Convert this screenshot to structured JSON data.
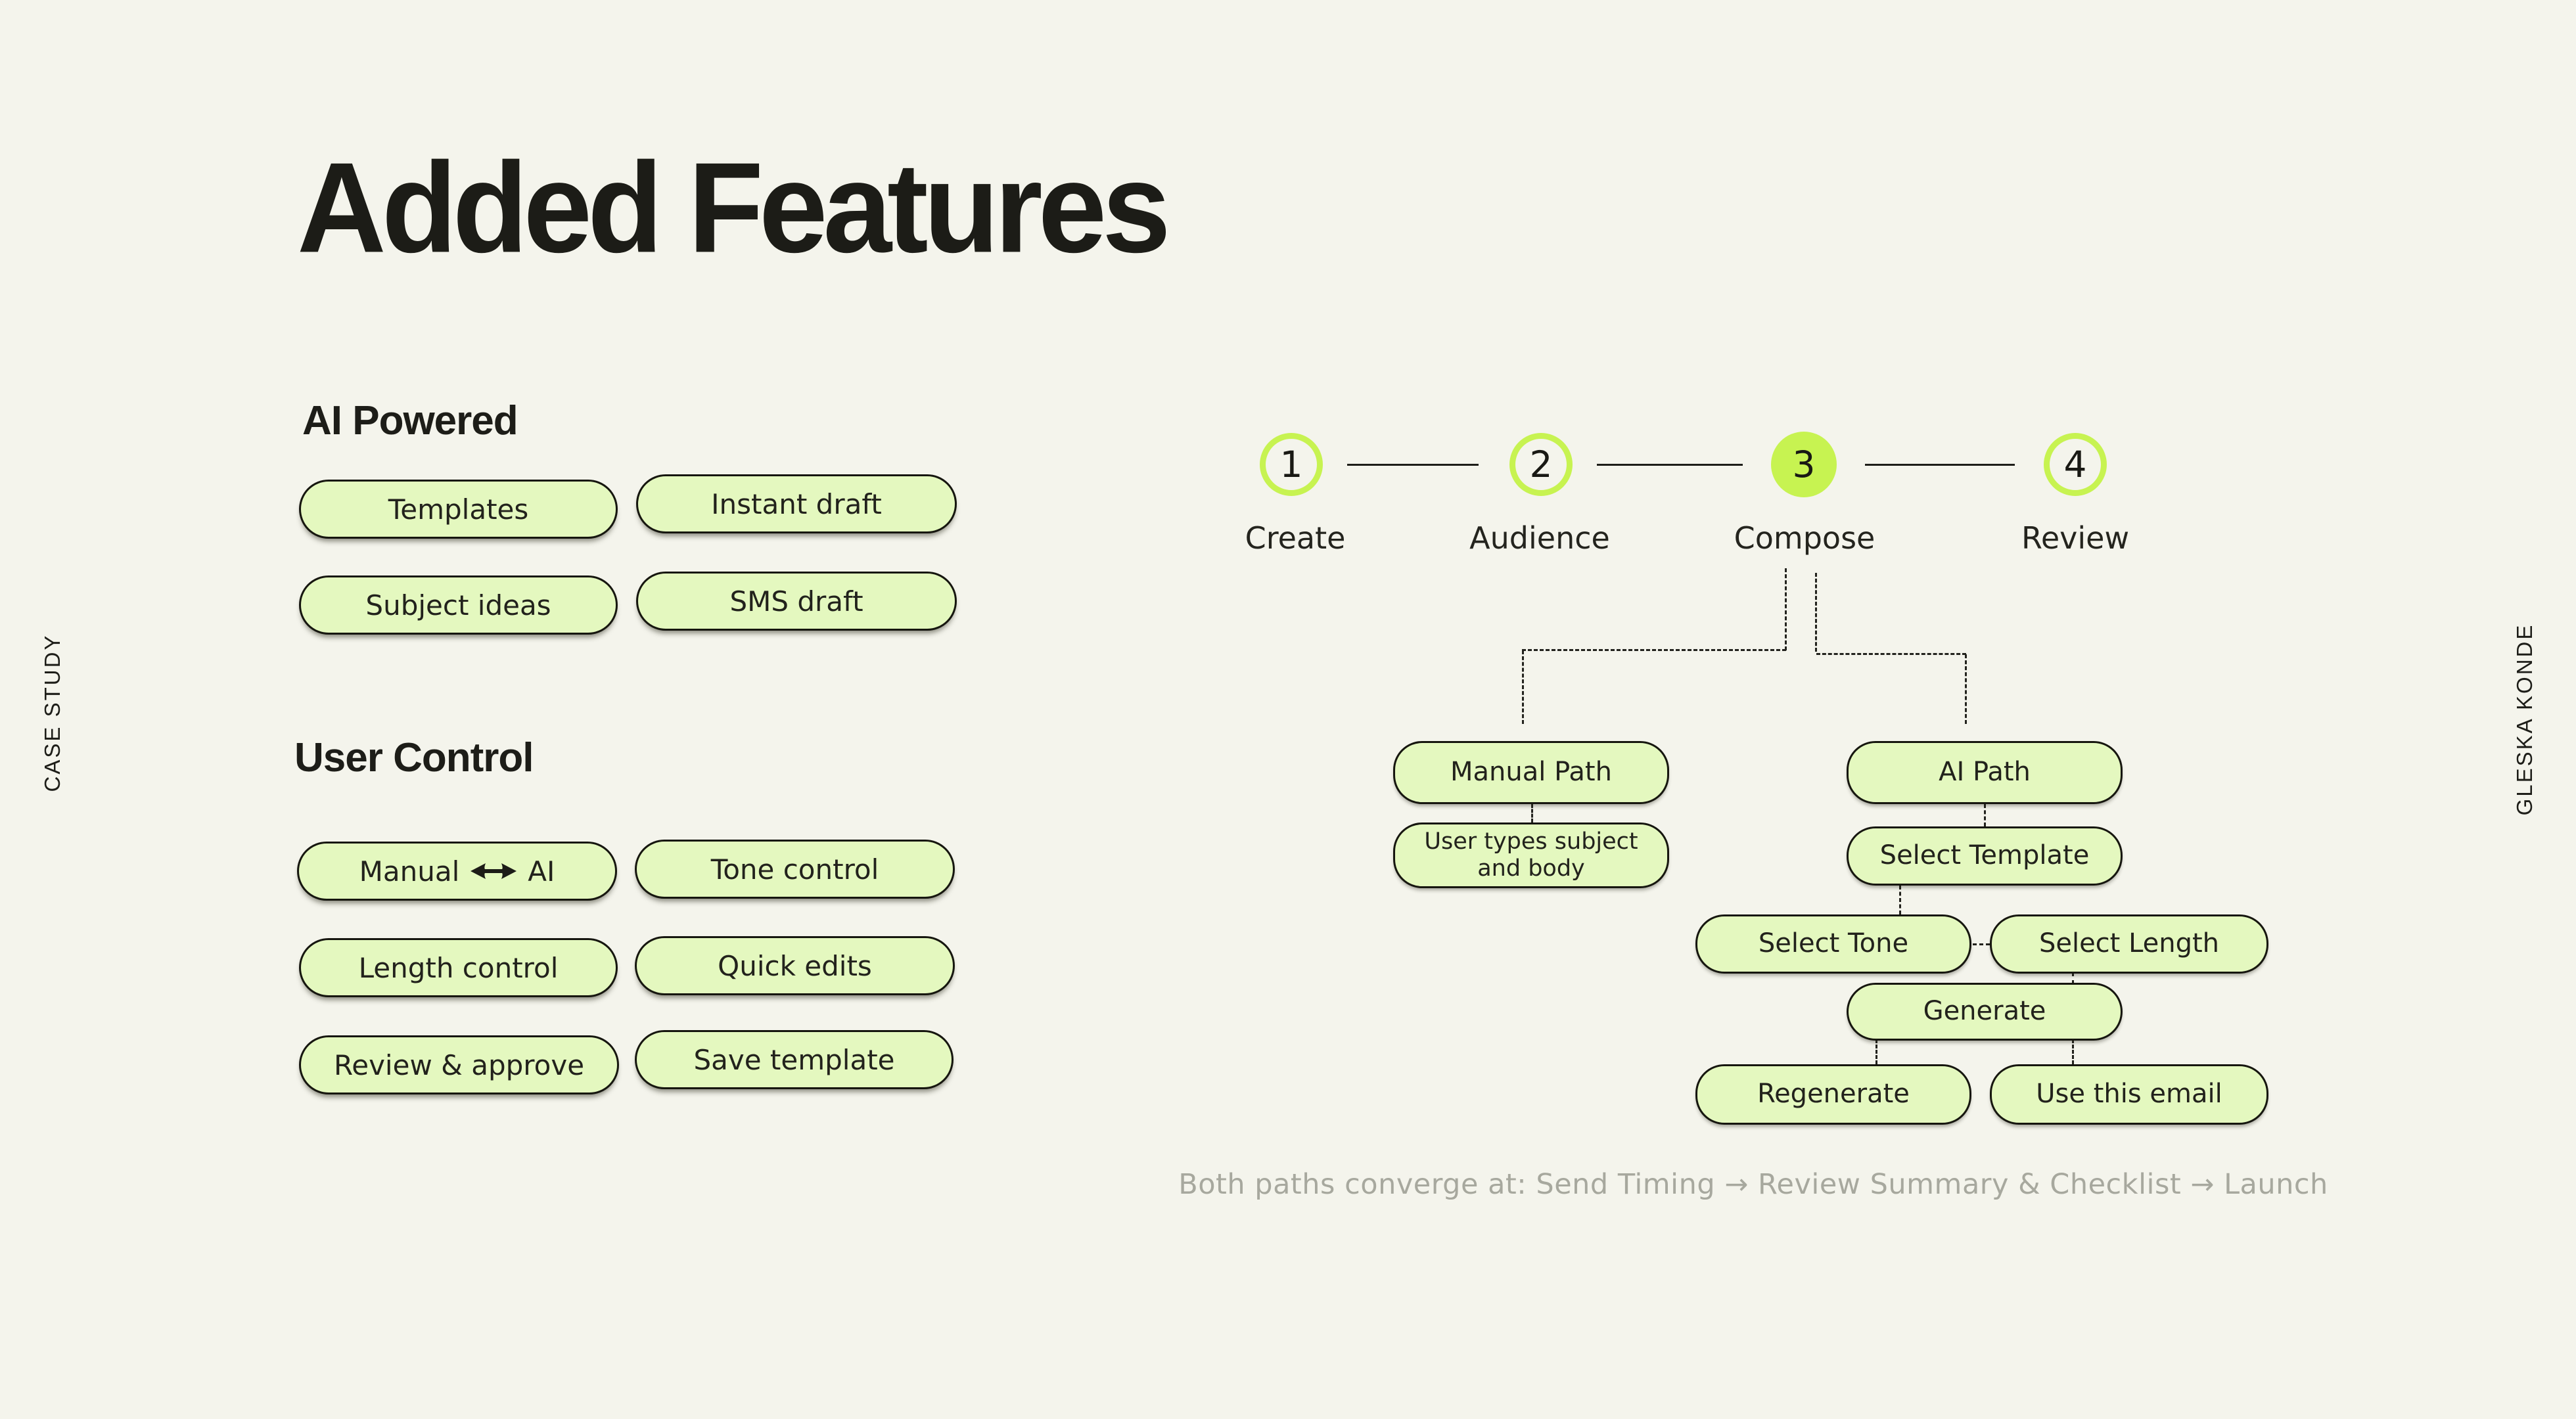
{
  "page": {
    "title": "Added Features",
    "side_label_left": "CASE STUDY",
    "side_label_right": "GLESKA KONDE",
    "footer_note": "Both paths converge at: Send Timing → Review Summary & Checklist → Launch"
  },
  "colors": {
    "background": "#f4f4ec",
    "ink": "#1c1c17",
    "accent_green": "#c7f351",
    "pill_green": "#e4f8bf",
    "muted_gray": "#a7a89e"
  },
  "sections": {
    "ai_powered": {
      "heading": "AI Powered",
      "pills": [
        "Templates",
        "Instant draft",
        "Subject ideas",
        "SMS draft"
      ]
    },
    "user_control": {
      "heading": "User Control",
      "manual_ai_pill": {
        "left": "Manual",
        "right": "AI"
      },
      "pills": [
        "Tone control",
        "Length control",
        "Quick edits",
        "Review & approve",
        "Save template"
      ]
    }
  },
  "stepper": {
    "steps": [
      {
        "number": "1",
        "label": "Create",
        "state": "outlined"
      },
      {
        "number": "2",
        "label": "Audience",
        "state": "outlined"
      },
      {
        "number": "3",
        "label": "Compose",
        "state": "filled"
      },
      {
        "number": "4",
        "label": "Review",
        "state": "outlined"
      }
    ]
  },
  "flowchart": {
    "boxes": {
      "manual_path": "Manual Path",
      "user_types": "User types subject and body",
      "ai_path": "AI Path",
      "select_template": "Select Template",
      "select_tone": "Select Tone",
      "select_length": "Select Length",
      "generate": "Generate",
      "regenerate": "Regenerate",
      "use_email": "Use this email"
    }
  }
}
